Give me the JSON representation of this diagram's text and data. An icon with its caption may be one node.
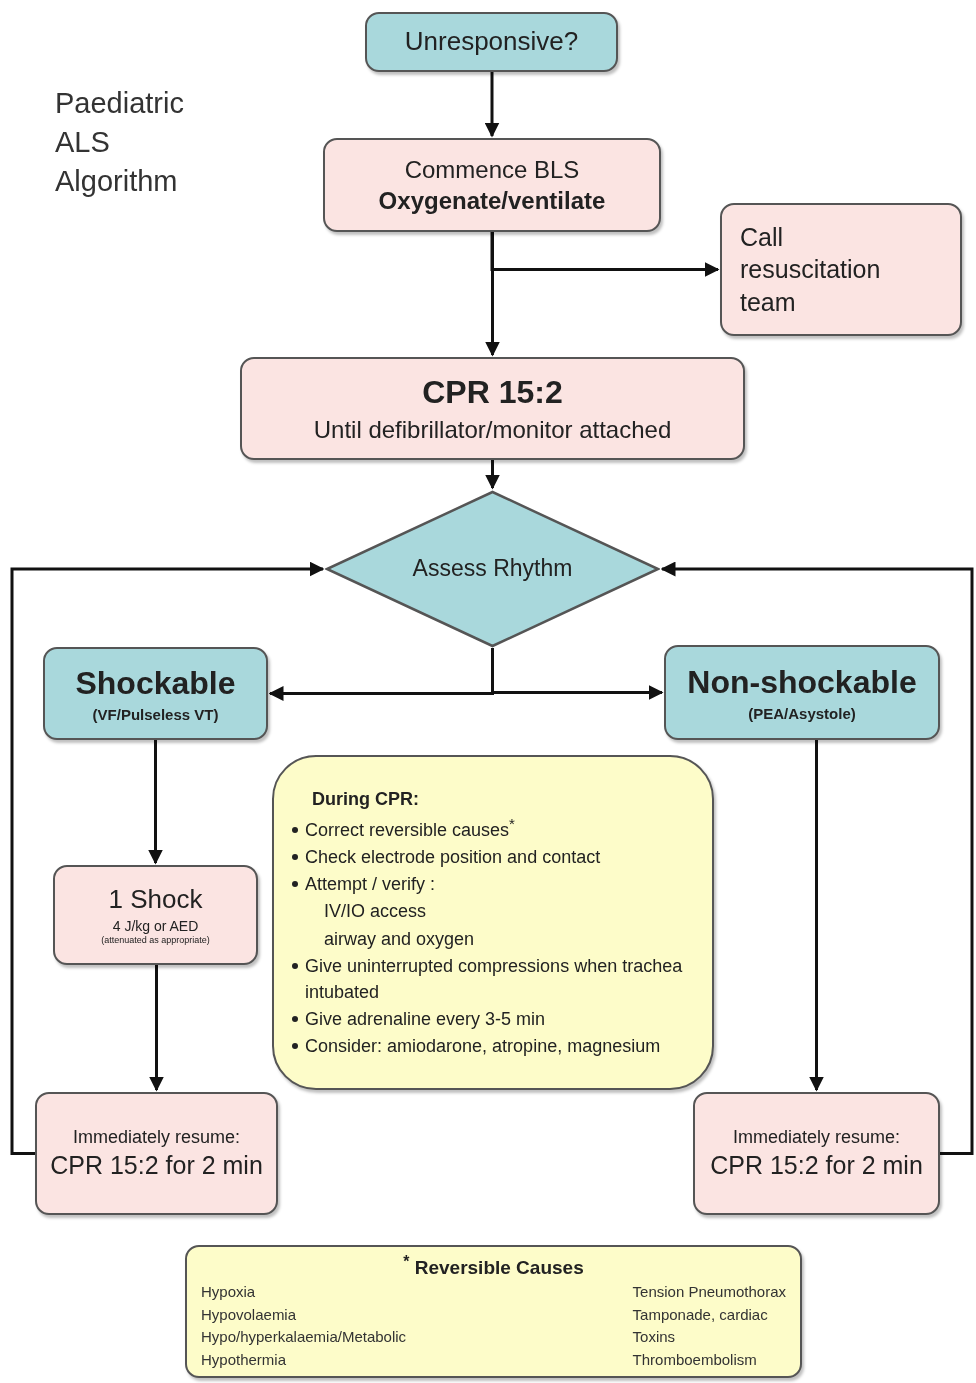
{
  "diagram": {
    "title": "Paediatric ALS Algorithm",
    "nodes": [
      {
        "text": [
          "Unresponsive?"
        ]
      },
      {
        "text": [
          "Commence BLS",
          "Oxygenate/ventilate"
        ]
      },
      {
        "text": [
          "Call resuscitation team"
        ]
      },
      {
        "text": [
          "CPR 15:2",
          "Until defibrillator/monitor attached"
        ]
      },
      {
        "text": [
          "Assess Rhythm"
        ]
      },
      {
        "text": [
          "Shockable",
          "(VF/Pulseless VT)"
        ]
      },
      {
        "text": [
          "Non-shockable",
          "(PEA/Asystole)"
        ]
      },
      {
        "text": [
          "During CPR:",
          "Correct reversible causes$^{*}$",
          "Check electrode position and contact",
          "Attempt / verify :",
          "IV/IO access",
          "airway and oxygen",
          "Give uninterrupted compressions when trachea intubated",
          "Give adrenaline every 3-5 min",
          "Consider: amiodarone, atropine, magnesium"
        ]
      },
      {
        "text": [
          "1 Shock",
          "4 J/kg or AED",
          "(attenuated as appropriate)"
        ]
      },
      {
        "text": [
          "Immediately resume:",
          "CPR 15:2 for 2 min"
        ]
      },
      {
        "text": [
          "Immediately resume:",
          "CPR 15:2 for 2 min"
        ]
      },
      {
        "text": [
          "$^{*}$ Reversible Causes",
          "Hypoxia",
          "Hypovolaemia",
          "Hypo/hyperkalaemia/Metabolic",
          "Hypothermia",
          "Tension Pneumothorax",
          "Tamponade, cardiac",
          "Toxins",
          "Thromboembolism"
        ]
      }
    ],
    "edges": [
      {
        "from": 0,
        "to": 1,
        "arrow": "to"
      },
      {
        "from": 1,
        "to": 2,
        "arrow": "to"
      },
      {
        "from": 1,
        "to": 3,
        "arrow": "to"
      },
      {
        "from": 3,
        "to": 4,
        "arrow": "to"
      },
      {
        "from": 4,
        "to": 5,
        "arrow": "to"
      },
      {
        "from": 4,
        "to": 6,
        "arrow": "to"
      },
      {
        "from": 5,
        "to": 8,
        "arrow": "to"
      },
      {
        "from": 8,
        "to": 9,
        "arrow": "to"
      },
      {
        "from": 6,
        "to": 10,
        "arrow": "to"
      },
      {
        "from": 9,
        "to": 4,
        "arrow": "to"
      },
      {
        "from": 10,
        "to": 4,
        "arrow": "to"
      }
    ]
  }
}
